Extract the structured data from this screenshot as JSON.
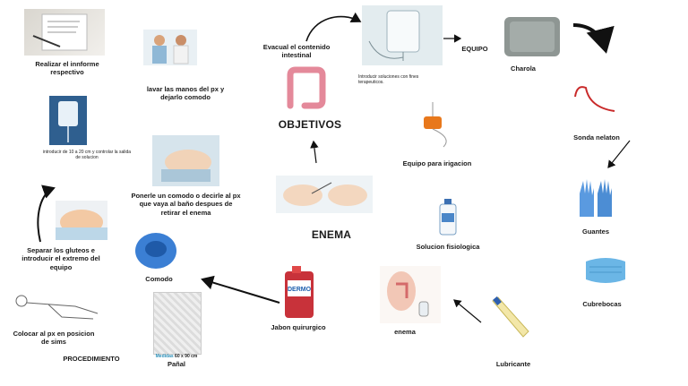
{
  "center": {
    "title": "ENEMA"
  },
  "objetivos": {
    "title": "OBJETIVOS",
    "item": "Evacual el contenido intestinal"
  },
  "intro_soluciones": "Introducir soluciones con fines terapeuticos.",
  "equipo": {
    "title": "EQUIPO",
    "items": [
      "Charola",
      "Sonda nelaton",
      "Guantes",
      "Cubrebocas",
      "Lubricante",
      "enema",
      "Jabon quirurgico",
      "Comodo",
      "Pañal",
      "Solucion fisiologica",
      "Equipo para irigacion"
    ]
  },
  "procedimiento": {
    "title": "PROCEDIMIENTO",
    "steps": [
      "Colocar al px en posicion de sims",
      "Separar los gluteos e introducir el extremo del equipo",
      "introducir de 10 a 20 cm y controlar la salida de solucion",
      "Realizar el innforme respectivo",
      "lavar las manos del px y dejarlo comodo",
      "Ponerle un comodo o decirle al px que vaya al baño despues de retirar el enema"
    ]
  },
  "panal_tag": {
    "brand": "Medidas",
    "size": "60 x 90 cm"
  },
  "jabon_tag": "DERMO"
}
